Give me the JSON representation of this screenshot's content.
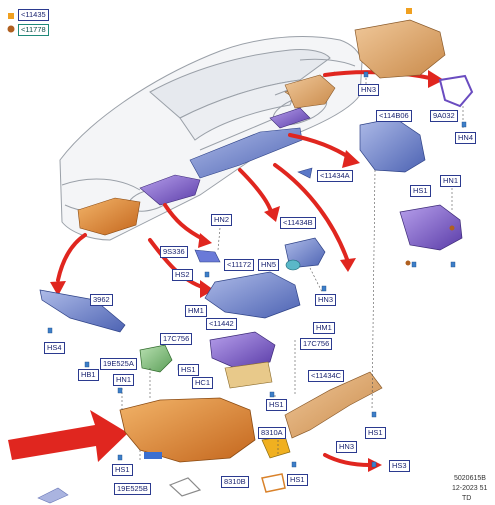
{
  "legend": [
    {
      "code": "<11435",
      "color": "#f0a020"
    },
    {
      "code": "<11778",
      "color": "#b06020"
    }
  ],
  "labels": {
    "l3962": "3962",
    "l9a032": "9A032",
    "l9s336": "9S336",
    "l8310a": "8310A",
    "l8310b": "8310B",
    "l11434a": "<11434A",
    "l11434b": "<11434B",
    "l11434c": "<11434C",
    "l114b06": "<114B06",
    "l11172": "<11172",
    "l11442": "<11442",
    "l17c756a": "17C756",
    "l17c756b": "17C756",
    "l19e525a": "19E525A",
    "l19e525b": "19E525B",
    "hn1a": "HN1",
    "hn1b": "HN1",
    "hn2": "HN2",
    "hn3a": "HN3",
    "hn3b": "HN3",
    "hn3c": "HN3",
    "hn4": "HN4",
    "hn5": "HN5",
    "hm1a": "HM1",
    "hm1b": "HM1",
    "hs1a": "HS1",
    "hs1b": "HS1",
    "hs1c": "HS1",
    "hs1d": "HS1",
    "hs1e": "HS1",
    "hs1f": "HS1",
    "hs2": "HS2",
    "hs3": "HS3",
    "hs4": "HS4",
    "hb1": "HB1",
    "hc1": "HC1"
  },
  "footer": {
    "ref": "5020615B",
    "date": "12-2023 51",
    "code": "TD"
  },
  "colors": {
    "label_border": "#2b3a8f",
    "arrow_red": "#e0261f",
    "shield_orange": "#d9822b",
    "shield_purple": "#6a4cc0",
    "shield_blue": "#5a78c8",
    "pointer_blue": "#7d8fd6"
  }
}
